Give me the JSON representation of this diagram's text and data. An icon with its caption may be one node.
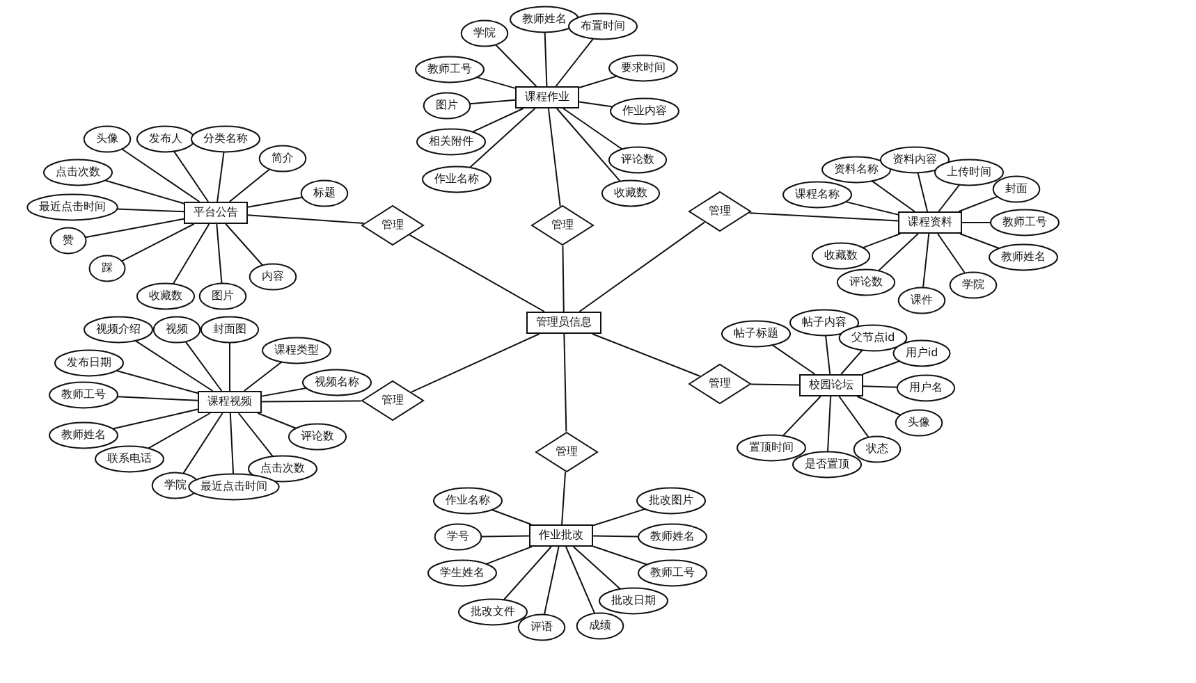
{
  "diagram": {
    "nodes": [
      {
        "text": [
          "管理员信息"
        ]
      },
      {
        "text": [
          "课程作业"
        ]
      },
      {
        "text": [
          "平台公告"
        ]
      },
      {
        "text": [
          "课程资料"
        ]
      },
      {
        "text": [
          "管理"
        ]
      },
      {
        "text": [
          "管理"
        ]
      },
      {
        "text": [
          "管理"
        ]
      },
      {
        "text": [
          "课程视频"
        ]
      },
      {
        "text": [
          "校园论坛"
        ]
      },
      {
        "text": [
          "管理"
        ]
      },
      {
        "text": [
          "管理"
        ]
      },
      {
        "text": [
          "管理"
        ]
      },
      {
        "text": [
          "作业批改"
        ]
      },
      {
        "text": [
          "学院"
        ]
      },
      {
        "text": [
          "教师姓名"
        ]
      },
      {
        "text": [
          "布置时间"
        ]
      },
      {
        "text": [
          "教师工号"
        ]
      },
      {
        "text": [
          "要求时间"
        ]
      },
      {
        "text": [
          "图片"
        ]
      },
      {
        "text": [
          "作业内容"
        ]
      },
      {
        "text": [
          "相关附件"
        ]
      },
      {
        "text": [
          "作业名称"
        ]
      },
      {
        "text": [
          "评论数"
        ]
      },
      {
        "text": [
          "收藏数"
        ]
      },
      {
        "text": [
          "头像"
        ]
      },
      {
        "text": [
          "发布人"
        ]
      },
      {
        "text": [
          "分类名称"
        ]
      },
      {
        "text": [
          "简介"
        ]
      },
      {
        "text": [
          "标题"
        ]
      },
      {
        "text": [
          "点击次数"
        ]
      },
      {
        "text": [
          "最近点击时间"
        ]
      },
      {
        "text": [
          "赞"
        ]
      },
      {
        "text": [
          "踩"
        ]
      },
      {
        "text": [
          "内容"
        ]
      },
      {
        "text": [
          "收藏数"
        ]
      },
      {
        "text": [
          "图片"
        ]
      },
      {
        "text": [
          "资料名称"
        ]
      },
      {
        "text": [
          "资料内容"
        ]
      },
      {
        "text": [
          "上传时间"
        ]
      },
      {
        "text": [
          "课程名称"
        ]
      },
      {
        "text": [
          "封面"
        ]
      },
      {
        "text": [
          "教师工号"
        ]
      },
      {
        "text": [
          "收藏数"
        ]
      },
      {
        "text": [
          "教师姓名"
        ]
      },
      {
        "text": [
          "评论数"
        ]
      },
      {
        "text": [
          "学院"
        ]
      },
      {
        "text": [
          "课件"
        ]
      },
      {
        "text": [
          "视频介绍"
        ]
      },
      {
        "text": [
          "视频"
        ]
      },
      {
        "text": [
          "封面图"
        ]
      },
      {
        "text": [
          "课程类型"
        ]
      },
      {
        "text": [
          "视频名称"
        ]
      },
      {
        "text": [
          "发布日期"
        ]
      },
      {
        "text": [
          "教师工号"
        ]
      },
      {
        "text": [
          "教师姓名"
        ]
      },
      {
        "text": [
          "联系电话"
        ]
      },
      {
        "text": [
          "评论数"
        ]
      },
      {
        "text": [
          "点击次数"
        ]
      },
      {
        "text": [
          "学院"
        ]
      },
      {
        "text": [
          "最近点击时间"
        ]
      },
      {
        "text": [
          "帖子标题"
        ]
      },
      {
        "text": [
          "帖子内容"
        ]
      },
      {
        "text": [
          "父节点id"
        ]
      },
      {
        "text": [
          "用户id"
        ]
      },
      {
        "text": [
          "用户名"
        ]
      },
      {
        "text": [
          "头像"
        ]
      },
      {
        "text": [
          "置顶时间"
        ]
      },
      {
        "text": [
          "状态"
        ]
      },
      {
        "text": [
          "是否置顶"
        ]
      },
      {
        "text": [
          "作业名称"
        ]
      },
      {
        "text": [
          "批改图片"
        ]
      },
      {
        "text": [
          "学号"
        ]
      },
      {
        "text": [
          "教师姓名"
        ]
      },
      {
        "text": [
          "学生姓名"
        ]
      },
      {
        "text": [
          "教师工号"
        ]
      },
      {
        "text": [
          "批改日期"
        ]
      },
      {
        "text": [
          "批改文件"
        ]
      },
      {
        "text": [
          "评语"
        ]
      },
      {
        "text": [
          "成绩"
        ]
      }
    ],
    "edges": [
      {
        "from": 4,
        "to": 0,
        "arrow": "none"
      },
      {
        "from": 4,
        "to": 1,
        "arrow": "none"
      },
      {
        "from": 5,
        "to": 2,
        "arrow": "none"
      },
      {
        "from": 5,
        "to": 0,
        "arrow": "none"
      },
      {
        "from": 6,
        "to": 0,
        "arrow": "none"
      },
      {
        "from": 6,
        "to": 3,
        "arrow": "none"
      },
      {
        "from": 9,
        "to": 7,
        "arrow": "none"
      },
      {
        "from": 9,
        "to": 0,
        "arrow": "none"
      },
      {
        "from": 10,
        "to": 0,
        "arrow": "none"
      },
      {
        "from": 10,
        "to": 8,
        "arrow": "none"
      },
      {
        "from": 11,
        "to": 0,
        "arrow": "none"
      },
      {
        "from": 11,
        "to": 12,
        "arrow": "none"
      },
      {
        "from": 1,
        "to": 13,
        "arrow": "none"
      },
      {
        "from": 1,
        "to": 14,
        "arrow": "none"
      },
      {
        "from": 1,
        "to": 15,
        "arrow": "none"
      },
      {
        "from": 1,
        "to": 16,
        "arrow": "none"
      },
      {
        "from": 1,
        "to": 17,
        "arrow": "none"
      },
      {
        "from": 1,
        "to": 18,
        "arrow": "none"
      },
      {
        "from": 1,
        "to": 19,
        "arrow": "none"
      },
      {
        "from": 1,
        "to": 20,
        "arrow": "none"
      },
      {
        "from": 1,
        "to": 21,
        "arrow": "none"
      },
      {
        "from": 1,
        "to": 22,
        "arrow": "none"
      },
      {
        "from": 1,
        "to": 23,
        "arrow": "none"
      },
      {
        "from": 2,
        "to": 24,
        "arrow": "none"
      },
      {
        "from": 2,
        "to": 25,
        "arrow": "none"
      },
      {
        "from": 2,
        "to": 26,
        "arrow": "none"
      },
      {
        "from": 2,
        "to": 27,
        "arrow": "none"
      },
      {
        "from": 2,
        "to": 28,
        "arrow": "none"
      },
      {
        "from": 2,
        "to": 29,
        "arrow": "none"
      },
      {
        "from": 2,
        "to": 30,
        "arrow": "none"
      },
      {
        "from": 2,
        "to": 31,
        "arrow": "none"
      },
      {
        "from": 2,
        "to": 32,
        "arrow": "none"
      },
      {
        "from": 2,
        "to": 33,
        "arrow": "none"
      },
      {
        "from": 2,
        "to": 34,
        "arrow": "none"
      },
      {
        "from": 2,
        "to": 35,
        "arrow": "none"
      },
      {
        "from": 3,
        "to": 36,
        "arrow": "none"
      },
      {
        "from": 3,
        "to": 37,
        "arrow": "none"
      },
      {
        "from": 3,
        "to": 38,
        "arrow": "none"
      },
      {
        "from": 3,
        "to": 39,
        "arrow": "none"
      },
      {
        "from": 3,
        "to": 40,
        "arrow": "none"
      },
      {
        "from": 3,
        "to": 41,
        "arrow": "none"
      },
      {
        "from": 3,
        "to": 42,
        "arrow": "none"
      },
      {
        "from": 3,
        "to": 43,
        "arrow": "none"
      },
      {
        "from": 3,
        "to": 44,
        "arrow": "none"
      },
      {
        "from": 3,
        "to": 45,
        "arrow": "none"
      },
      {
        "from": 3,
        "to": 46,
        "arrow": "none"
      },
      {
        "from": 7,
        "to": 47,
        "arrow": "none"
      },
      {
        "from": 7,
        "to": 48,
        "arrow": "none"
      },
      {
        "from": 7,
        "to": 49,
        "arrow": "none"
      },
      {
        "from": 7,
        "to": 50,
        "arrow": "none"
      },
      {
        "from": 7,
        "to": 51,
        "arrow": "none"
      },
      {
        "from": 7,
        "to": 52,
        "arrow": "none"
      },
      {
        "from": 7,
        "to": 53,
        "arrow": "none"
      },
      {
        "from": 7,
        "to": 54,
        "arrow": "none"
      },
      {
        "from": 7,
        "to": 55,
        "arrow": "none"
      },
      {
        "from": 7,
        "to": 56,
        "arrow": "none"
      },
      {
        "from": 7,
        "to": 57,
        "arrow": "none"
      },
      {
        "from": 7,
        "to": 58,
        "arrow": "none"
      },
      {
        "from": 7,
        "to": 59,
        "arrow": "none"
      },
      {
        "from": 8,
        "to": 60,
        "arrow": "none"
      },
      {
        "from": 8,
        "to": 61,
        "arrow": "none"
      },
      {
        "from": 8,
        "to": 62,
        "arrow": "none"
      },
      {
        "from": 8,
        "to": 63,
        "arrow": "none"
      },
      {
        "from": 8,
        "to": 64,
        "arrow": "none"
      },
      {
        "from": 8,
        "to": 65,
        "arrow": "none"
      },
      {
        "from": 8,
        "to": 66,
        "arrow": "none"
      },
      {
        "from": 8,
        "to": 67,
        "arrow": "none"
      },
      {
        "from": 8,
        "to": 68,
        "arrow": "none"
      },
      {
        "from": 12,
        "to": 69,
        "arrow": "none"
      },
      {
        "from": 12,
        "to": 70,
        "arrow": "none"
      },
      {
        "from": 12,
        "to": 71,
        "arrow": "none"
      },
      {
        "from": 12,
        "to": 72,
        "arrow": "none"
      },
      {
        "from": 12,
        "to": 73,
        "arrow": "none"
      },
      {
        "from": 12,
        "to": 74,
        "arrow": "none"
      },
      {
        "from": 12,
        "to": 75,
        "arrow": "none"
      },
      {
        "from": 12,
        "to": 76,
        "arrow": "none"
      },
      {
        "from": 12,
        "to": 77,
        "arrow": "none"
      },
      {
        "from": 12,
        "to": 78,
        "arrow": "none"
      }
    ]
  }
}
